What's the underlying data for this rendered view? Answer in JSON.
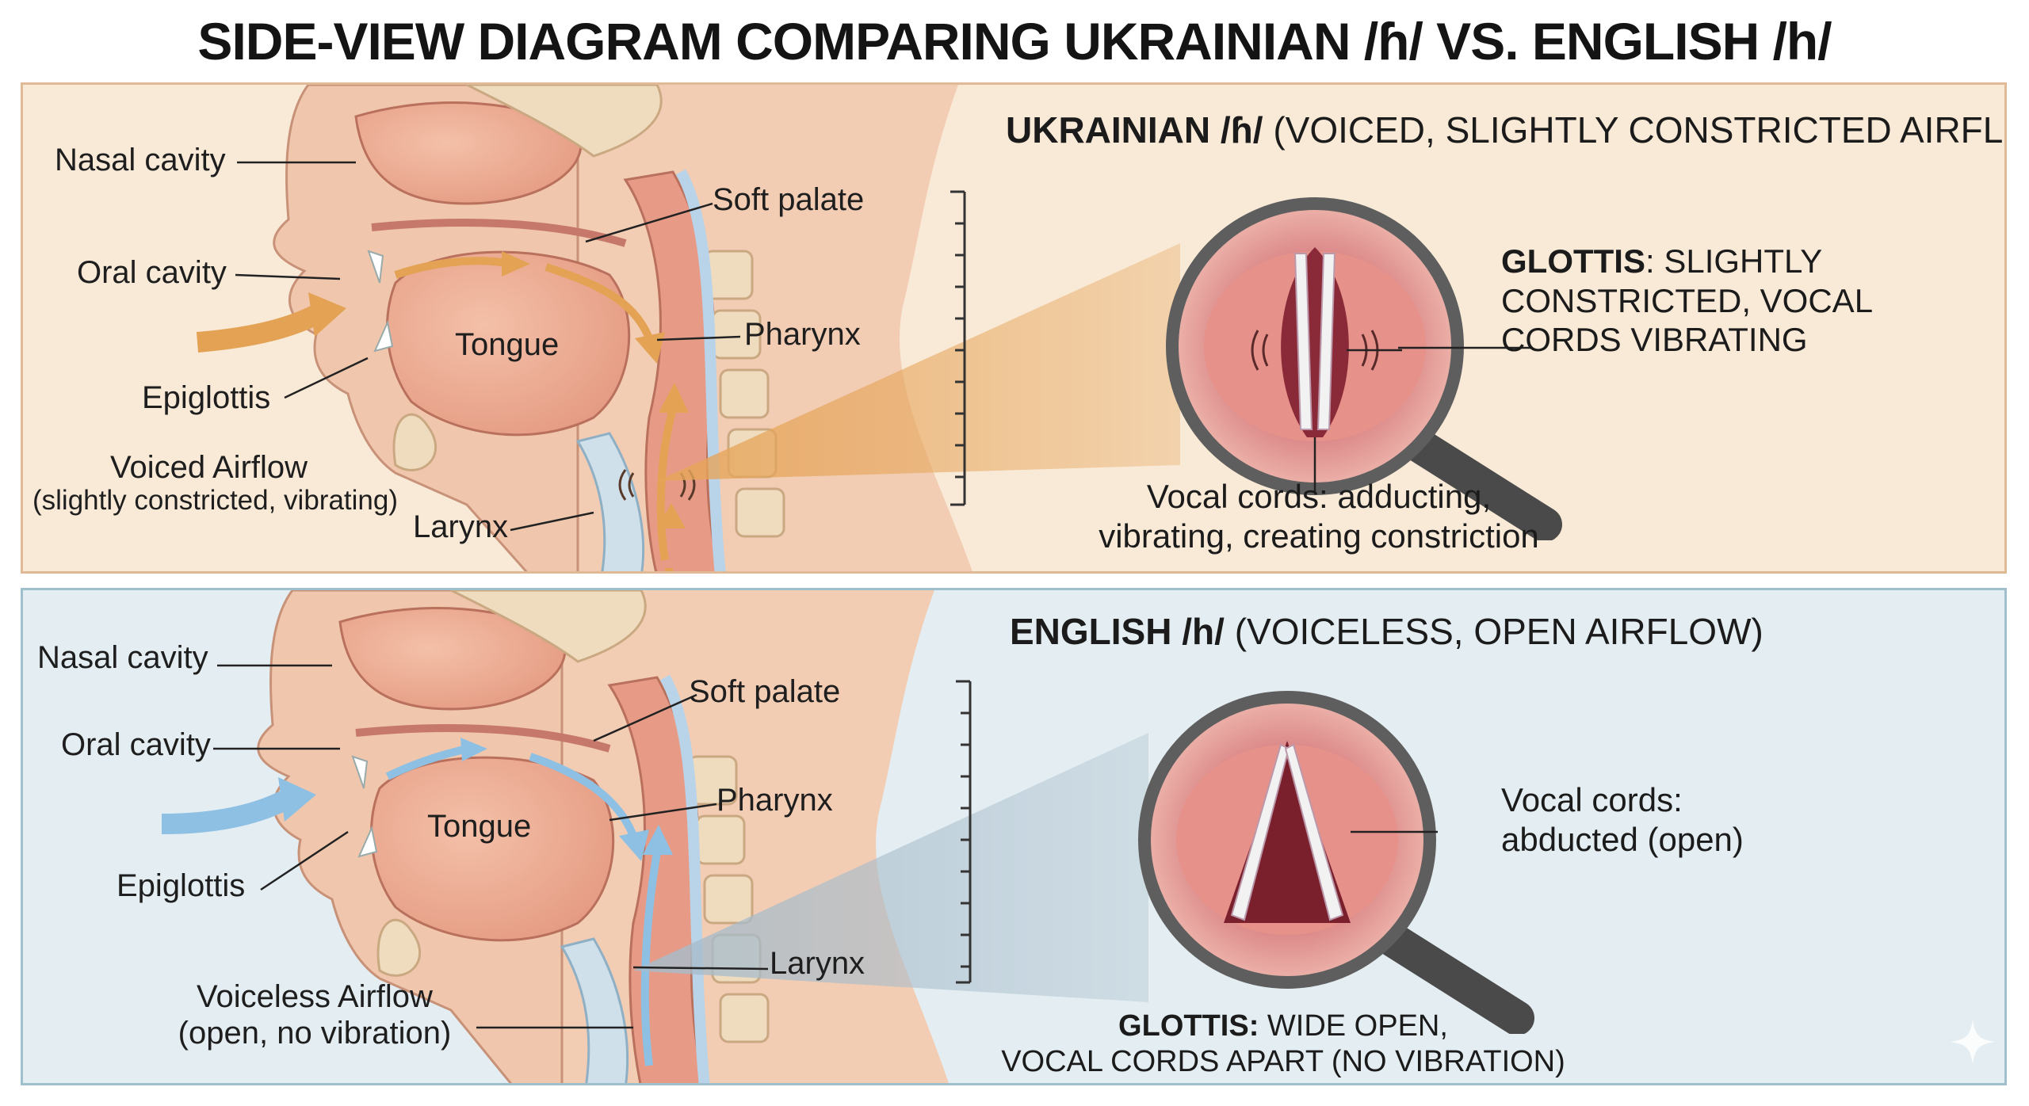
{
  "title": "SIDE-VIEW DIAGRAM COMPARING UKRAINIAN /ɦ/ VS. ENGLISH /h/",
  "ukrainian": {
    "heading_bold": "UKRAINIAN /ɦ/",
    "heading_rest": "(VOICED, SLIGHTLY CONSTRICTED AIRFLOW)",
    "labels": {
      "nasal_cavity": "Nasal cavity",
      "oral_cavity": "Oral cavity",
      "epiglottis": "Epiglottis",
      "tongue": "Tongue",
      "soft_palate": "Soft palate",
      "pharynx": "Pharynx",
      "larynx": "Larynx",
      "airflow_title": "Voiced Airflow",
      "airflow_sub": "(slightly constricted, vibrating)"
    },
    "glottis_bold": "GLOTTIS",
    "glottis_line1": ": SLIGHTLY",
    "glottis_line2": "CONSTRICTED, VOCAL",
    "glottis_line3": "CORDS VIBRATING",
    "vocal_cords_line1": "Vocal cords: adducting,",
    "vocal_cords_line2": "vibrating, creating constriction",
    "colors": {
      "accent": "#e0a050",
      "panel_bg": "#f9ead8",
      "border": "#e0b996"
    }
  },
  "english": {
    "heading_bold": "ENGLISH /h/",
    "heading_rest": "(VOICELESS, OPEN AIRFLOW)",
    "labels": {
      "nasal_cavity": "Nasal cavity",
      "oral_cavity": "Oral cavity",
      "epiglottis": "Epiglottis",
      "tongue": "Tongue",
      "soft_palate": "Soft palate",
      "pharynx": "Pharynx",
      "larynx": "Larynx",
      "airflow_title": "Voiceless Airflow",
      "airflow_sub": "(open, no vibration)"
    },
    "vocal_cords_line1": "Vocal cords:",
    "vocal_cords_line2": "abducted (open)",
    "glottis_bold": "GLOTTIS:",
    "glottis_line1": " WIDE OPEN,",
    "glottis_line2": "VOCAL CORDS APART (NO VIBRATION)",
    "colors": {
      "accent": "#8ec0e4",
      "panel_bg": "#e4eef2",
      "border": "#9fbfcc"
    }
  },
  "icons": [
    "magnifier-icon",
    "sparkle-icon"
  ]
}
